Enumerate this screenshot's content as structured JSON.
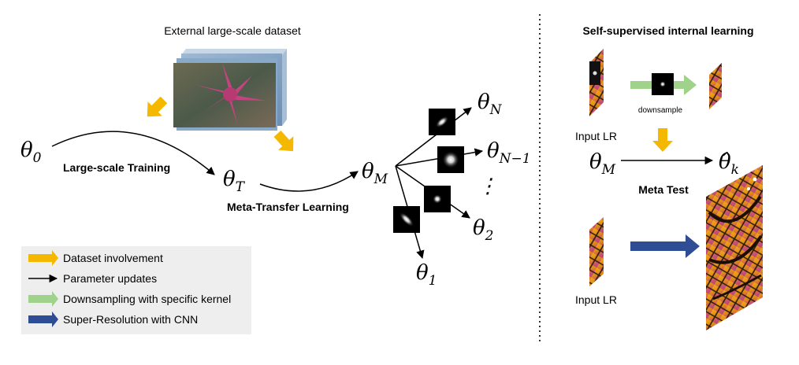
{
  "texts": {
    "dataset_title": "External large-scale dataset",
    "large_scale_training": "Large-scale Training",
    "meta_transfer": "Meta-Transfer Learning",
    "self_supervised": "Self-supervised internal learning",
    "downsample": "downsample",
    "input_lr_top": "Input LR",
    "input_lr_bottom": "Input LR",
    "meta_test": "Meta Test",
    "ellipsis": "⋮"
  },
  "symbols": {
    "theta": "θ",
    "theta_hat": "θ̂",
    "sub_0": "0",
    "sub_T": "T",
    "sub_M": "M",
    "sub_N": "N",
    "sub_N1": "N−1",
    "sub_2": "2",
    "sub_1": "1",
    "sub_k": "k"
  },
  "legend": [
    {
      "label": "Dataset involvement",
      "color": "#f5b800",
      "kind": "fat"
    },
    {
      "label": "Parameter updates",
      "color": "#000000",
      "kind": "thin"
    },
    {
      "label": "Downsampling with specific kernel",
      "color": "#9fd28a",
      "kind": "fat"
    },
    {
      "label": "Super-Resolution with CNN",
      "color": "#2f4d95",
      "kind": "fat"
    }
  ],
  "colors": {
    "dataset": "#f5b800",
    "downsampling": "#9fd28a",
    "super_resolution": "#2f4d95",
    "legend_bg": "#eeeeee",
    "divider": "#333333"
  }
}
